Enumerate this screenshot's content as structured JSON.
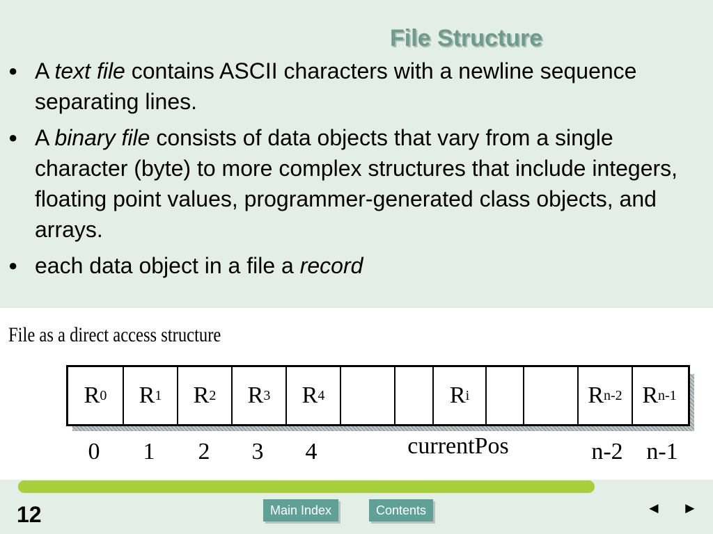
{
  "title": "File Structure",
  "bullets": [
    {
      "pre": "A ",
      "em": "text file",
      "post": " contains ASCII characters with a newline sequence separating lines."
    },
    {
      "pre": "A ",
      "em": "binary file",
      "post": " consists of data objects that vary from a single character (byte) to more complex structures that include integers, floating point values, programmer-generated class objects, and arrays."
    },
    {
      "pre": "each data object in a file a ",
      "em": "record",
      "post": ""
    }
  ],
  "bullet_symbol": "●",
  "diagram": {
    "caption": "File as a direct access structure",
    "records": [
      {
        "base": "R",
        "sub": "0"
      },
      {
        "base": "R",
        "sub": "1"
      },
      {
        "base": "R",
        "sub": "2"
      },
      {
        "base": "R",
        "sub": "3"
      },
      {
        "base": "R",
        "sub": "4"
      },
      {
        "base": "",
        "sub": ""
      },
      {
        "base": "",
        "sub": ""
      },
      {
        "base": "R",
        "sub": "i"
      },
      {
        "base": "",
        "sub": ""
      },
      {
        "base": "",
        "sub": ""
      },
      {
        "base": "R",
        "sub": "n-2"
      },
      {
        "base": "R",
        "sub": "n-1"
      }
    ],
    "indices": [
      "0",
      "1",
      "2",
      "3",
      "4",
      "currentPos",
      "n-2",
      "n-1"
    ]
  },
  "footer": {
    "page_number": "12",
    "main_index_label": "Main Index",
    "contents_label": "Contents",
    "prev_arrow": "◄",
    "next_arrow": "►"
  },
  "colors": {
    "background": "#e3eee6",
    "title": "#6b9c8e",
    "accent_bar": "#a6cf3a",
    "button": "#5fa196"
  }
}
